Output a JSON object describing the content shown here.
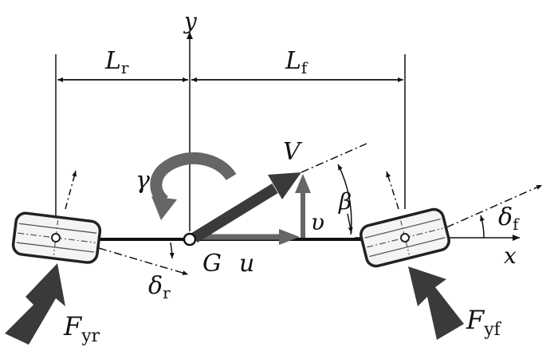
{
  "labels": {
    "y_axis": "y",
    "x_axis": "x",
    "lr_main": "L",
    "lr_sub": "r",
    "lf_main": "L",
    "lf_sub": "f",
    "velocity": "V",
    "yaw_rate": "γ",
    "sideslip": "β",
    "lateral_vel": "υ",
    "long_vel": "u",
    "cog": "G",
    "delta_f_main": "δ",
    "delta_f_sub": "f",
    "delta_r_main": "δ",
    "delta_r_sub": "r",
    "fyr_main": "F",
    "fyr_sub": "yr",
    "fyf_main": "F",
    "fyf_sub": "yf"
  },
  "colors": {
    "line": "#111111",
    "arrow_gray": "#666666",
    "arrow_dark": "#3a3a3a",
    "tire_fill": "#f4f4f4"
  }
}
